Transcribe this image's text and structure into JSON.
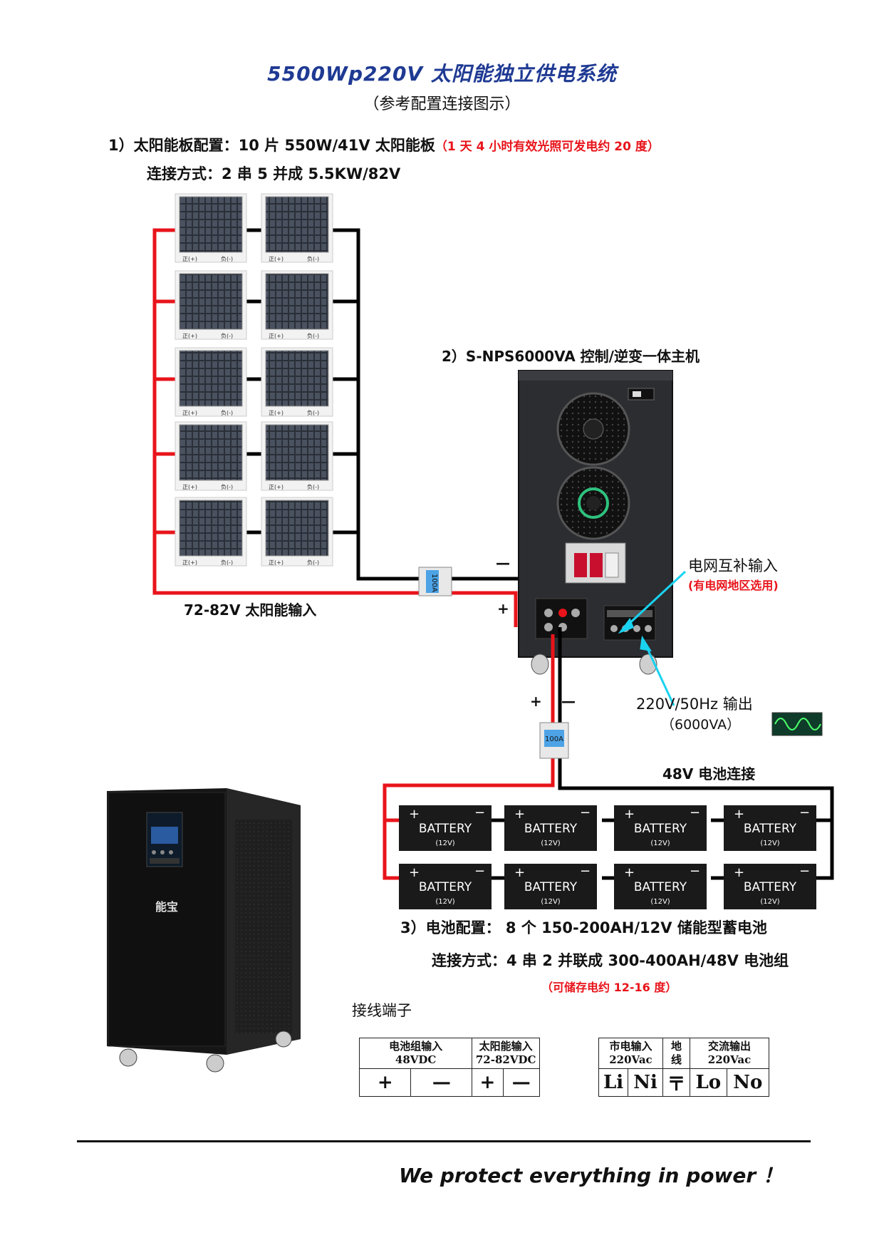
{
  "title": "5500Wp220V 太阳能独立供电系统",
  "subtitle": "（参考配置连接图示）",
  "solar": {
    "heading": "1）太阳能板配置：10 片 550W/41V 太阳能板",
    "note": "（1 天 4 小时有效光照可发电约 20 度）",
    "connection": "连接方式：2 串 5 并成 5.5KW/82V",
    "input_label": "72-82V 太阳能输入",
    "panel_pos_label": "正(+)",
    "panel_neg_label": "负(-)"
  },
  "breaker": {
    "label": "100A"
  },
  "inverter": {
    "title": "2）S-NPS6000VA 控制/逆变一体主机",
    "minus": "—",
    "plus": "+",
    "grid_input": "电网互补输入",
    "grid_note": "(有电网地区选用)",
    "output": "220V/50Hz 输出",
    "output_va": "（6000VA）"
  },
  "battery": {
    "bus_plus": "+",
    "bus_minus": "—",
    "connection_title": "48V 电池连接",
    "label": "BATTERY",
    "voltage": "(12V)",
    "heading": "3）电池配置： 8 个 150-200AH/12V 储能型蓄电池",
    "connection": "连接方式：4 串 2 并联成 300-400AH/48V 电池组",
    "note": "（可储存电约 12-16 度）"
  },
  "cabinet": {
    "brand": "能宝"
  },
  "terminals": {
    "title": "接线端子",
    "table1": {
      "headers": [
        "电池组输入\n48VDC",
        "太阳能输入\n72-82VDC"
      ],
      "symbols": [
        "+",
        "—",
        "+",
        "—"
      ]
    },
    "table2": {
      "headers": [
        "市电输入\n220Vac",
        "地\n线",
        "交流输出\n220Vac"
      ],
      "symbols": [
        "Li",
        "Ni",
        "〒",
        "Lo",
        "No"
      ]
    }
  },
  "footer": "We protect everything in power ！",
  "colors": {
    "title": "#1f3a93",
    "wire_positive": "#e8141b",
    "wire_negative": "#000000",
    "grid_arrow": "#19d3f0",
    "note_red": "#e8141b"
  }
}
